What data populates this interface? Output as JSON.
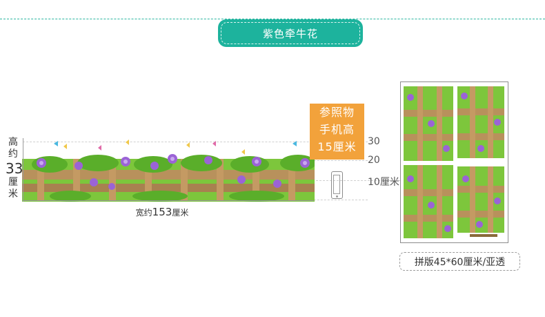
{
  "title": "紫色牵牛花",
  "height_label": {
    "line1": "高",
    "line2": "约",
    "value": "33",
    "unit1": "厘",
    "unit2": "米"
  },
  "width_label": {
    "prefix": "宽约",
    "value": "153",
    "unit": "厘米"
  },
  "reference": {
    "line1": "参照物",
    "line2": "手机高",
    "line3": "15厘米"
  },
  "scale_marks": {
    "mark_30": "30",
    "mark_20": "20",
    "mark_10": "10厘米"
  },
  "spec": "拼版45*60厘米/亚透",
  "colors": {
    "accent": "#1db39d",
    "reference_bg": "#f2a23b",
    "leaf": "#6cbf2f",
    "flower": "#9b63d6",
    "wood": "#b8915c"
  }
}
